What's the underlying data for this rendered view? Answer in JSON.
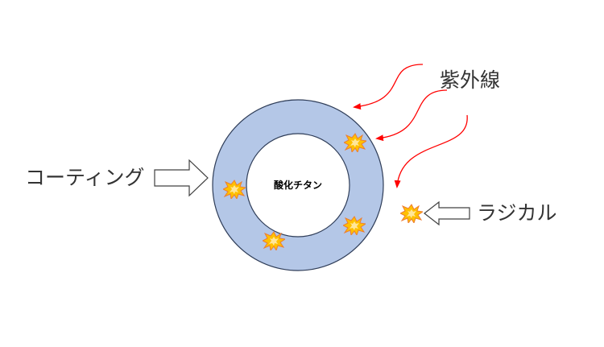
{
  "labels": {
    "uv": "紫外線",
    "coating": "コーティング",
    "core": "酸化チタン",
    "radical": "ラジカル"
  },
  "colors": {
    "coating_fill": "#b4c7e7",
    "outline": "#2f3d58",
    "uv_arrow": "#ff0000",
    "radical_fill": "#ffc000",
    "radical_core": "#ffe699",
    "radical_stroke": "#ed7d31",
    "block_arrow_stroke": "#404040"
  },
  "icons": {
    "uv_rays": "red-curved-arrow",
    "radicals": "explosion-burst",
    "pointers": "hollow-block-arrow"
  }
}
